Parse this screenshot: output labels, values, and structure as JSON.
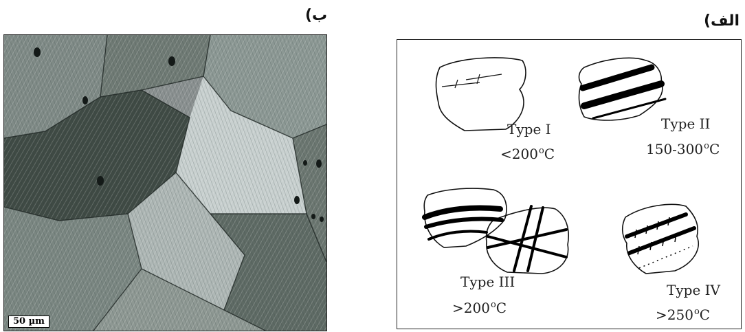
{
  "panel_labels": {
    "b": "ب)",
    "a": "الف)"
  },
  "micrograph": {
    "scale_bar": "50 µm"
  },
  "schematic": {
    "types": [
      {
        "name": "Type I",
        "temp_prefix": "<200",
        "unit": "C"
      },
      {
        "name": "Type II",
        "temp_prefix": "150-300",
        "unit": "C"
      },
      {
        "name": "Type III",
        "temp_prefix": ">200",
        "unit": "C"
      },
      {
        "name": "Type IV",
        "temp_prefix": ">250",
        "unit": "C"
      }
    ],
    "degree_symbol": "o"
  }
}
